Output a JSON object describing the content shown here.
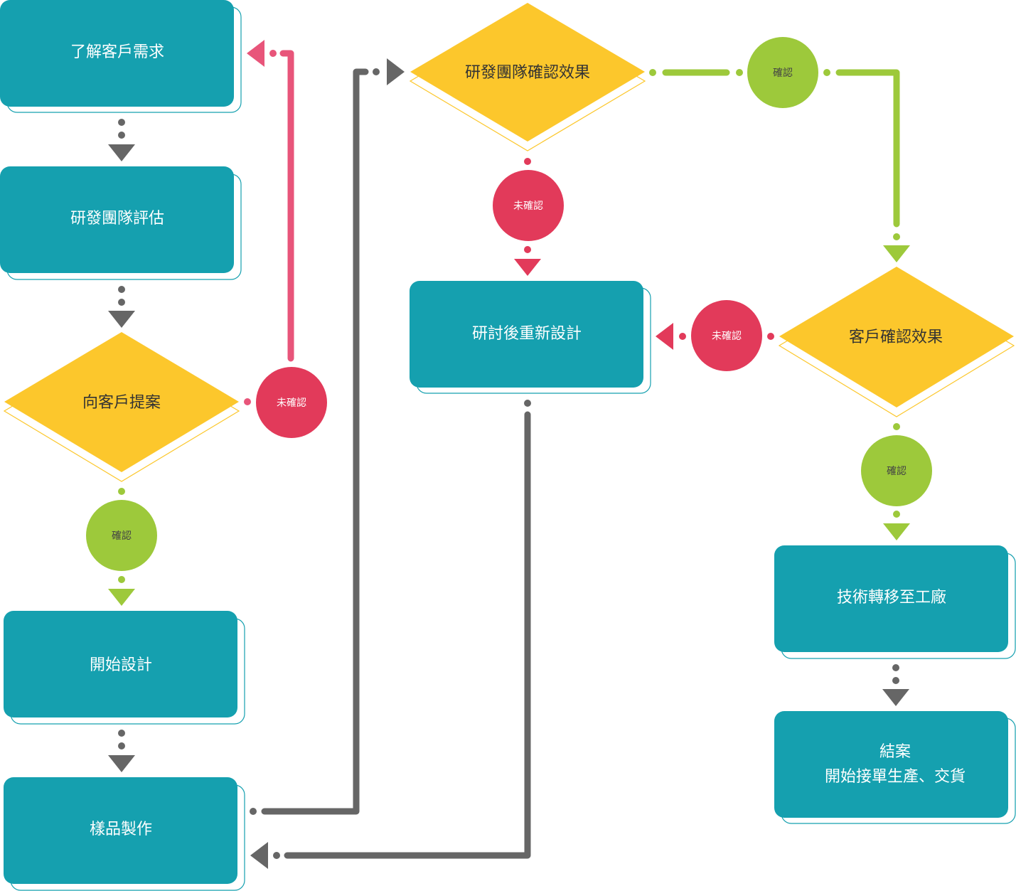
{
  "colors": {
    "teal": "#15a0af",
    "yellow": "#fcc72c",
    "red": "#e23a5a",
    "green": "#9dc93b",
    "gray": "#666666",
    "pink_line": "#e8557a"
  },
  "nodes": {
    "understand_needs": "了解客戶需求",
    "rd_evaluate": "研發團隊評估",
    "propose": "向客戶提案",
    "start_design": "開始設計",
    "sample_making": "樣品製作",
    "rd_confirm": "研發團隊確認效果",
    "redesign": "研討後重新設計",
    "client_confirm": "客戶確認效果",
    "tech_transfer": "技術轉移至工廠",
    "close_line1": "結案",
    "close_line2": "開始接單生產、交貨"
  },
  "labels": {
    "propose_rejected": "未確認",
    "propose_confirmed": "確認",
    "rd_rejected": "未確認",
    "rd_confirmed": "確認",
    "client_rejected": "未確認",
    "client_confirmed": "確認"
  }
}
